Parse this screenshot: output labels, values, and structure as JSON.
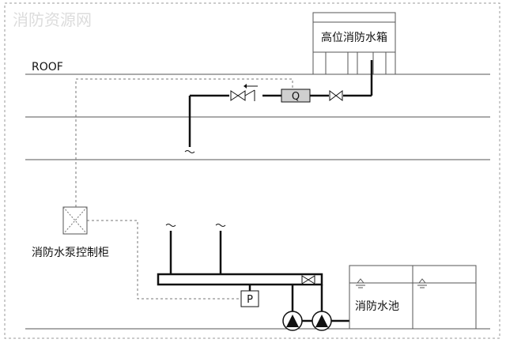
{
  "watermark": "消防资源网",
  "labels": {
    "roof": "ROOF",
    "high_tank": "高位消防水箱",
    "pump_control_cabinet": "消防水泵控制柜",
    "fire_pool": "消防水池",
    "flow_switch": "Q",
    "pressure_switch": "P"
  },
  "colors": {
    "line": "#111111",
    "floor_line": "#555555",
    "dashed": "#777777",
    "flow_switch_fill": "#cfcfcf",
    "watermark": "#dcdcdc"
  },
  "icons": {
    "pump": "pump-icon",
    "gate_valve": "gate-valve-icon",
    "check_valve": "check-valve-icon",
    "pipe_break": "pipe-break-icon",
    "water_level": "water-level-icon"
  }
}
